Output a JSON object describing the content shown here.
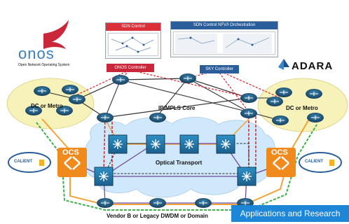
{
  "onos": {
    "wordmark": "onos",
    "subtitle": "Open Network Operating System"
  },
  "adara": {
    "wordmark": "ADARA"
  },
  "sdn_control": {
    "title": "SDN Control"
  },
  "nfv_control": {
    "title": "SDN Control  NFV/I Orchestration"
  },
  "onos_controller": {
    "label": "ONOS Controller"
  },
  "sky_controller": {
    "label": "SKY Controller"
  },
  "core": {
    "label": "IP/MPLS Core"
  },
  "metro_left": {
    "label": "DC or Metro"
  },
  "metro_right": {
    "label": "DC or Metro"
  },
  "optical": {
    "label": "Optical Transport"
  },
  "ocs_left": {
    "label": "OCS"
  },
  "ocs_right": {
    "label": "OCS"
  },
  "calient_left": {
    "label": "CALIENT"
  },
  "calient_right": {
    "label": "CALIENT"
  },
  "vendor": {
    "label": "Vendor B or  Legacy DWDM or Domain"
  },
  "banner": {
    "label": "Applications and Research"
  },
  "colors": {
    "sdn_title": "#d9303a",
    "nfv_title": "#2a5e9a",
    "onos_red": "#c9283a",
    "onos_blue": "#3c7fc1",
    "router_blue": "#1d5f86",
    "ocs_orange": "#f08a1c",
    "cloud_blue": "#cfe8fb",
    "metro_yellow": "#f7f2b9",
    "banner_blue": "#1e86d6"
  }
}
